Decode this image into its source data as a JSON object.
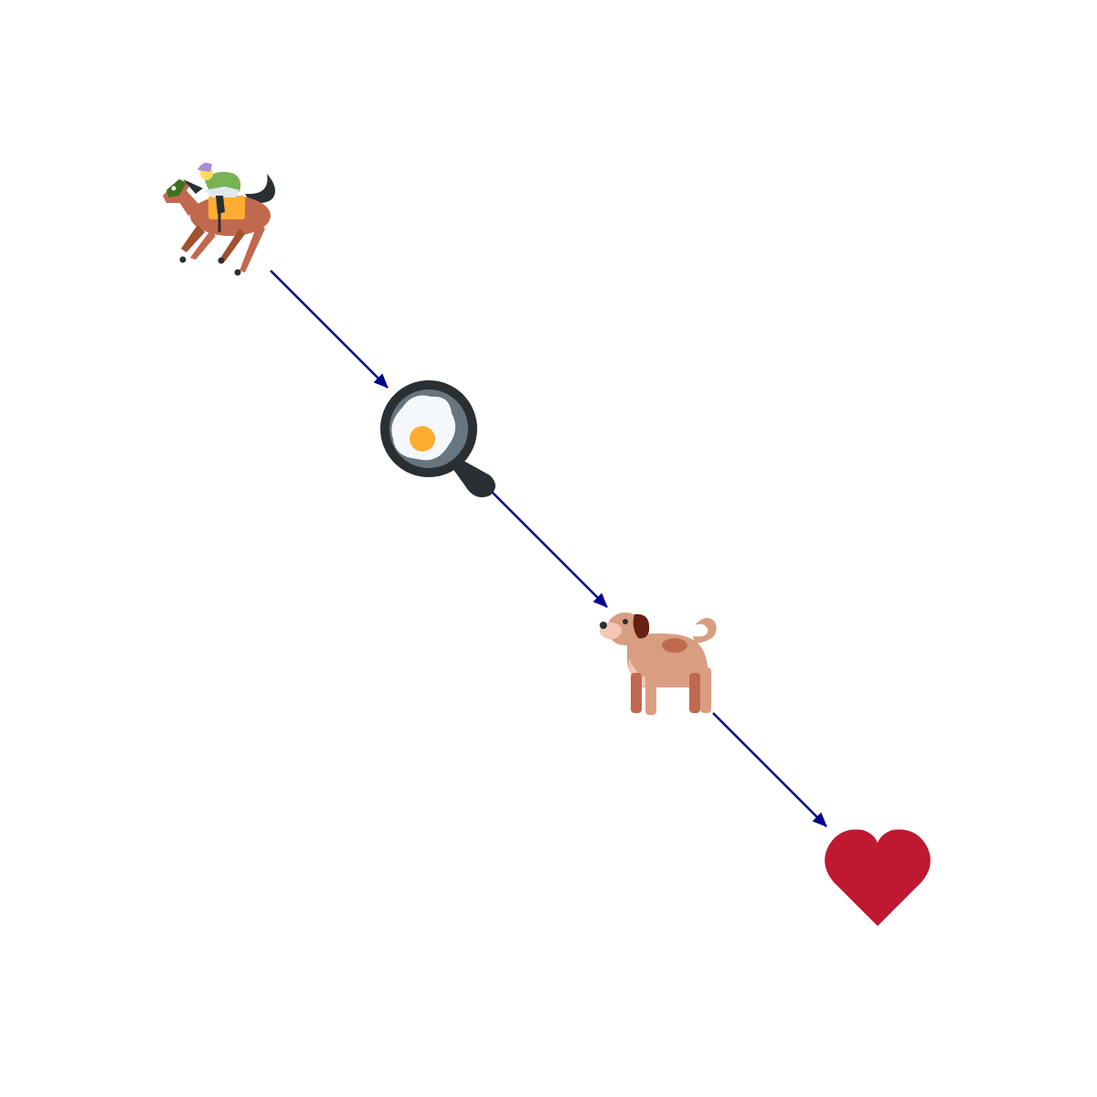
{
  "diagram": {
    "nodes": [
      {
        "id": "horse-racing",
        "icon": "horse-racing-icon",
        "label": ""
      },
      {
        "id": "cooking",
        "icon": "fried-egg-pan-icon",
        "label": ""
      },
      {
        "id": "dog",
        "icon": "dog-icon",
        "label": ""
      },
      {
        "id": "heart",
        "icon": "red-heart-icon",
        "label": ""
      }
    ],
    "edges": [
      {
        "from": "horse-racing",
        "to": "cooking"
      },
      {
        "from": "cooking",
        "to": "dog"
      },
      {
        "from": "dog",
        "to": "heart"
      }
    ],
    "colors": {
      "arrow": "#00008b",
      "heart": "#be1931",
      "pan": "#292f33",
      "pan_inner": "#66757f",
      "egg_white": "#f5f8fa",
      "yolk": "#ffac33",
      "horse": "#c1694f",
      "dog": "#d99e82",
      "dog_dark": "#662113",
      "jockey_green": "#77b255",
      "jockey_helmet": "#aa8dd8",
      "saddle": "#ffac33"
    }
  }
}
